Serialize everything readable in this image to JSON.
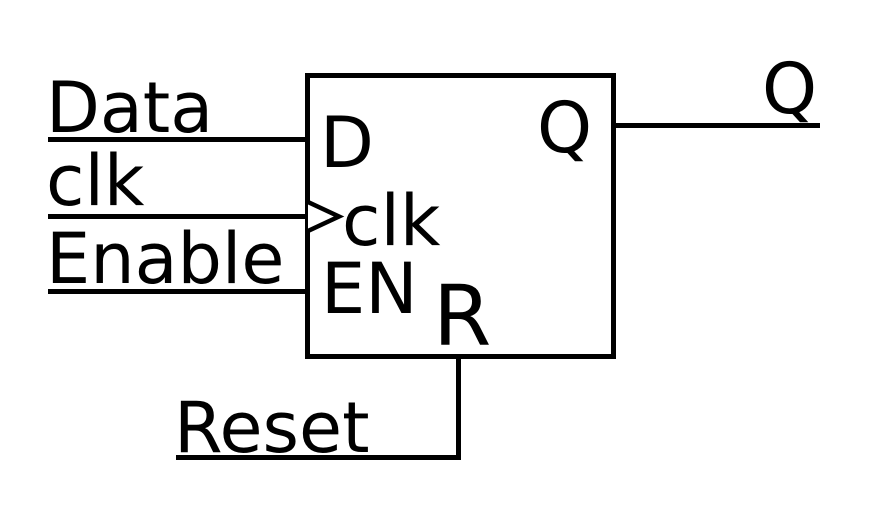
{
  "colors": {
    "ink": "#000000",
    "background": "#ffffff"
  },
  "schematic": {
    "component": "d-flipflop",
    "ports": {
      "d": "D",
      "clk": "clk",
      "en": "EN",
      "q": "Q",
      "r": "R"
    },
    "nets": {
      "data": "Data",
      "clk": "clk",
      "enable": "Enable",
      "reset": "Reset",
      "q_out": "Q"
    }
  }
}
